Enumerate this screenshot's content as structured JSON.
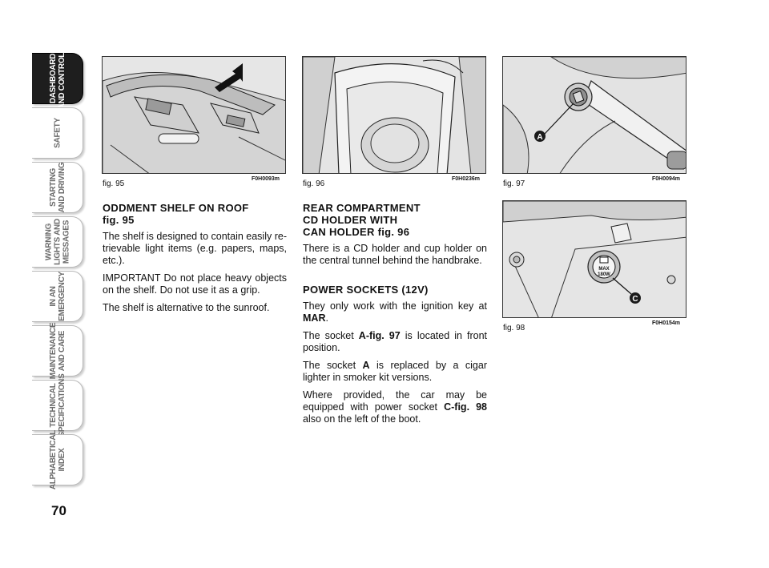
{
  "sidebar": {
    "tabs": [
      {
        "label": "DASHBOARD\nAND CONTROLS",
        "active": true
      },
      {
        "label": "SAFETY",
        "active": false
      },
      {
        "label": "STARTING\nAND DRIVING",
        "active": false
      },
      {
        "label": "WARNING\nLIGHTS AND\nMESSAGES",
        "active": false
      },
      {
        "label": "IN AN\nEMERGENCY",
        "active": false
      },
      {
        "label": "MAINTENANCE\nAND CARE",
        "active": false
      },
      {
        "label": "TECHNICAL\nSPECIFICATIONS",
        "active": false
      },
      {
        "label": "ALPHABETICAL\nINDEX",
        "active": false
      }
    ],
    "page_number": "70"
  },
  "figures": {
    "fig95": {
      "caption": "fig. 95",
      "code": "F0H0093m"
    },
    "fig96": {
      "caption": "fig. 96",
      "code": "F0H0236m"
    },
    "fig97": {
      "caption": "fig. 97",
      "code": "F0H0094m",
      "marker": "A"
    },
    "fig98": {
      "caption": "fig. 98",
      "code": "F0H0154m",
      "marker": "C",
      "socket_text_1": "MAX",
      "socket_text_2": "180W"
    }
  },
  "col1": {
    "heading1": "ODDMENT SHELF ON ROOF",
    "heading2": "fig. 95",
    "p1": "The shelf is designed to contain easily re­trievable light items (e.g. papers, maps, etc.).",
    "p2": "IMPORTANT Do not place heavy objects on the shelf. Do not use it as a grip.",
    "p3": "The shelf is alternative to the sunroof."
  },
  "col2": {
    "heading1": "REAR COMPARTMENT",
    "heading2": "CD HOLDER WITH",
    "heading3": "CAN HOLDER fig. 96",
    "p1": "There is a CD holder and cup holder on the central tunnel behind the handbrake.",
    "heading4": "POWER SOCKETS (12V)",
    "p2a": "They only work with the ignition key at ",
    "p2b": "MAR",
    "p2c": ".",
    "p3a": "The socket ",
    "p3b": "A-fig. 97",
    "p3c": " is located in front position.",
    "p4a": "The socket ",
    "p4b": "A",
    "p4c": " is replaced by a cigar lighter in smoker kit versions.",
    "p5a": "Where provided, the car may be equipped with power socket ",
    "p5b": "C-fig. 98",
    "p5c": " also on the left of the boot."
  }
}
